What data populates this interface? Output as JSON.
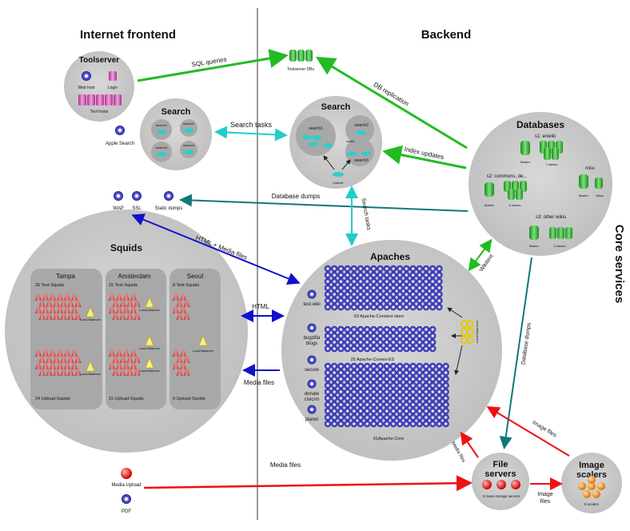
{
  "headings": {
    "frontend": "Internet frontend",
    "backend": "Backend",
    "core": "Core services"
  },
  "toolserver": {
    "title": "Toolserver",
    "webhost": "Web host",
    "login": "Login",
    "toolhosts": "Tool hosts",
    "dbs": "Toolserver DBs"
  },
  "search_front": {
    "title": "Search",
    "nodes": [
      "search1",
      "search2",
      "search3",
      "search4"
    ]
  },
  "search_back": {
    "title": "Search",
    "nodes": [
      "search1",
      "search2",
      "rabbit",
      "search3"
    ],
    "indexer": "Indexer"
  },
  "apple_search": "Apple Search",
  "edge": {
    "wap": "WAP",
    "ssl": "SSL",
    "static": "Static dumps"
  },
  "databases": {
    "title": "Databases",
    "s1": "s1: enwiki",
    "s2": "s2: commons, de...",
    "s3": "s3: other wikis",
    "misc": "misc",
    "master": "Master",
    "slaves7": "7 slaves",
    "slaves5": "5 slaves",
    "slaves3": "3 slaves",
    "slave": "Slave"
  },
  "squids": {
    "title": "Squids",
    "sites": [
      {
        "name": "Tampa",
        "text": "25 Text-Squids",
        "upload": "24 Upload-Squids"
      },
      {
        "name": "Amsterdam",
        "text": "15 Text-Squids",
        "upload": "15 Upload-Squids"
      },
      {
        "name": "Seoul",
        "text": "8 Text-Squids",
        "upload": "9 Upload-Squids"
      }
    ],
    "lb": "Load-Balancer"
  },
  "apaches": {
    "title": "Apaches",
    "store": "63 Apache-Coretext store",
    "es": "25 Apache-Coreex-ES",
    "core": "91Apache-Core",
    "lbs": "Load-Balancers",
    "services": [
      "test.wiki",
      "bugzilla blogs",
      "secure",
      "donate civicrm",
      "planet"
    ]
  },
  "fileservers": {
    "title": "File servers",
    "sub": "3 mass storage servers"
  },
  "scalers": {
    "title": "Image scalers",
    "sub": "6 scalers"
  },
  "media": {
    "upload": "Media Upload",
    "pdf": "PDF"
  },
  "arrows": {
    "sql": "SQL queries",
    "dbrep": "DB replication",
    "searchtasks": "Search tasks",
    "indexupd": "Index updates",
    "dbdumps": "Database dumps",
    "htmlmedia": "HTML + Media files",
    "searchtasks2": "Search tasks",
    "wikitext": "Wikitext",
    "html": "HTML",
    "mediafiles": "Media files",
    "dbdumps2": "Database dumps",
    "imagefiles": "Image files",
    "mediafiles2": "Media files",
    "mediafiles3": "Media files",
    "imagefiles2": "Image files"
  },
  "colors": {
    "green": "#22bb22",
    "cyan": "#22cccc",
    "teal": "#117777",
    "blue": "#1111cc",
    "red": "#ee1111"
  }
}
